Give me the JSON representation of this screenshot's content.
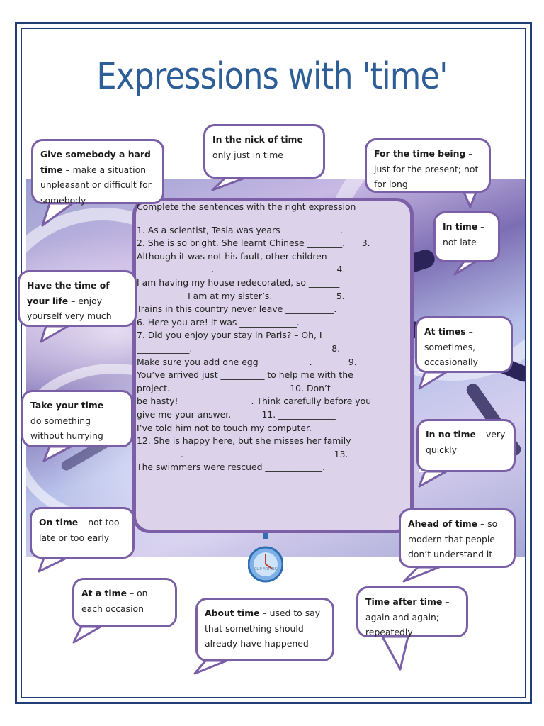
{
  "title": "Expressions with 'time'",
  "exercise": {
    "heading": "Complete the sentences with the right expression",
    "lines": [
      "1. As a scientist, Tesla was years _____________.",
      "2. She is so bright. She learnt Chinese ________.      3.",
      "Although it was not his fault, other children",
      "_________________.                                            4.",
      "I am having my house redecorated, so _______",
      "___________ I am at my sister’s.                       5.",
      "Trains in this country never leave ___________.",
      "6. Here you are! It was _____________.",
      "7. Did you enjoy your stay in Paris? – Oh, I _____",
      "____________.                                                  8.",
      "Make sure you add one egg ___________.             9.",
      "You’ve arrived just __________ to help me with the",
      "project.                                           10. Don’t",
      "be hasty! ________________. Think carefully before you",
      "give me your answer.           11. _____________",
      "I’ve told him not to touch my computer.",
      "12. She is happy here, but she misses her family",
      "__________.                                                      13.",
      "The swimmers were rescued _____________."
    ]
  },
  "bubbles": [
    {
      "id": "give-somebody",
      "term": "Give somebody a hard time",
      "definition": " – make a situation unpleasant or difficult for somebody"
    },
    {
      "id": "nick-of-time",
      "term": "In the nick of time",
      "definition": " – only just in time"
    },
    {
      "id": "for-the-time-being",
      "term": "For the time being",
      "definition": " – just for the present; not for long"
    },
    {
      "id": "in-time",
      "term": "In time",
      "definition": " – not late"
    },
    {
      "id": "time-of-your-life",
      "term": "Have the time of your life",
      "definition": " – enjoy yourself very much"
    },
    {
      "id": "at-times",
      "term": "At times",
      "definition": " – sometimes, occasionally"
    },
    {
      "id": "take-your-time",
      "term": "Take your time",
      "definition": " – do something without hurrying"
    },
    {
      "id": "in-no-time",
      "term": "In no time",
      "definition": " – very quickly"
    },
    {
      "id": "on-time",
      "term": "On time",
      "definition": " – not too late or too early"
    },
    {
      "id": "ahead-of-time",
      "term": "Ahead of time",
      "definition": " – so modern that people don’t understand it"
    },
    {
      "id": "at-a-time",
      "term": "At a time",
      "definition": " – on each occasion"
    },
    {
      "id": "about-time",
      "term": "About time",
      "definition": " – used to say that something should already have happened"
    },
    {
      "id": "time-after-time",
      "term": "Time after time",
      "definition": " – again and again; repeatedly"
    }
  ],
  "clipart_caption": "CLIP ART INC",
  "colors": {
    "title": "#2e5e97",
    "frame": "#1f3f74",
    "bubble_border": "#7a5ea6",
    "panel_bg": "#dcd3ea",
    "panel_border": "#7d5fa8"
  }
}
